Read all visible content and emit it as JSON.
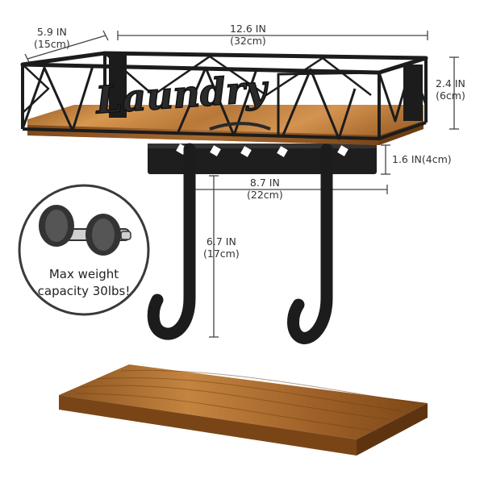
{
  "product": {
    "sign_text": "Laundry"
  },
  "dimensions": {
    "depth": {
      "imperial": "5.9 IN",
      "metric": "(15cm)"
    },
    "width": {
      "imperial": "12.6 IN",
      "metric": "(32cm)"
    },
    "height": {
      "imperial": "2.4 IN",
      "metric": "(6cm)"
    },
    "bracket": {
      "label": "1.6 IN(4cm)"
    },
    "hook_span": {
      "imperial": "8.7 IN",
      "metric": "(22cm)"
    },
    "hook_length": {
      "imperial": "6.7 IN",
      "metric": "(17cm)"
    }
  },
  "badge": {
    "line1": "Max weight",
    "line2": "capacity 30lbs!",
    "icon": "dumbbell-icon"
  },
  "colors": {
    "metal": "#1c1c1c",
    "wood_light": "#c98a45",
    "wood_dark": "#7a4a1e",
    "dimension_line": "#444444"
  }
}
